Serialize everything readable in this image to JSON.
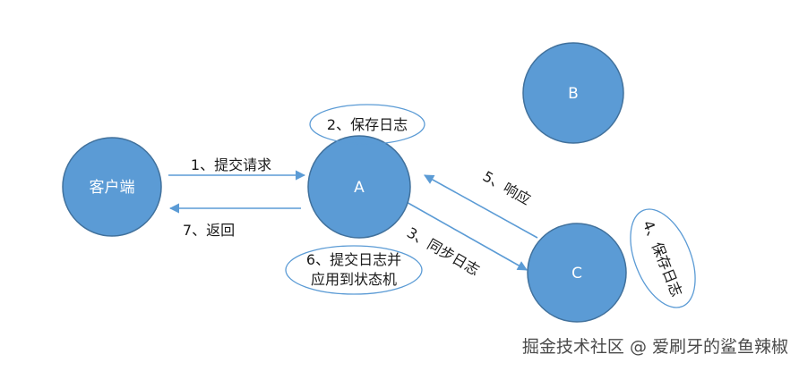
{
  "colors": {
    "node_fill": "#5b9bd5",
    "node_stroke": "#41719c",
    "arrow": "#5b9bd5",
    "callout_stroke": "#5b9bd5",
    "text": "#1a1a1a"
  },
  "nodes": {
    "client": "客户端",
    "a": "A",
    "b": "B",
    "c": "C"
  },
  "edges": {
    "submit_request": "1、提交请求",
    "save_log_a": "2、保存日志",
    "sync_log": "3、同步日志",
    "save_log_c": "4、保存日志",
    "respond": "5、响应",
    "commit_apply_line1": "6、提交日志并",
    "commit_apply_line2": "应用到状态机",
    "return": "7、返回"
  },
  "watermark": "掘金技术社区 @ 爱刷牙的鲨鱼辣椒"
}
